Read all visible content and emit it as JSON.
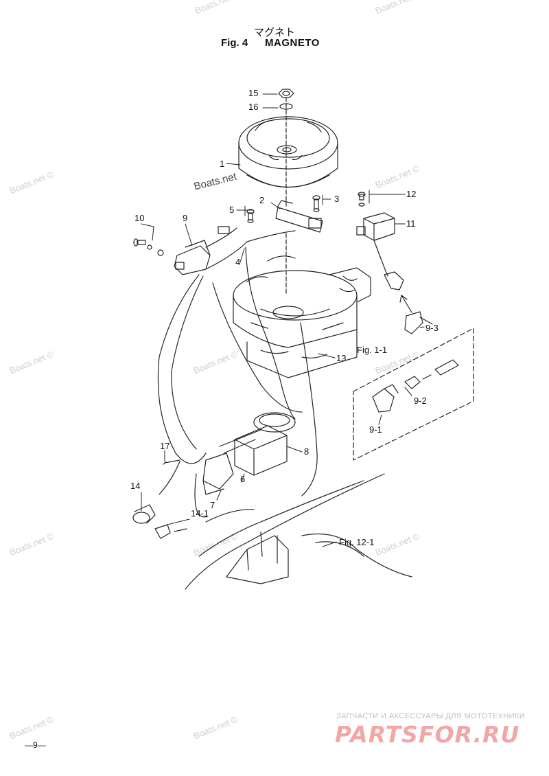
{
  "header": {
    "jp_title": "マグネト",
    "fig_label": "Fig. 4",
    "fig_name": "MAGNETO"
  },
  "labels": {
    "p15": "15",
    "p16": "16",
    "p1": "1",
    "p2": "2",
    "p3": "3",
    "p12": "12",
    "p5": "5",
    "p10": "10",
    "p9": "9",
    "p11": "11",
    "p4": "4",
    "p9_3": "9-3",
    "fig1_1": "Fig. 1-1",
    "p13": "13",
    "p9_2": "9-2",
    "p9_1": "9-1",
    "p17": "17",
    "p8": "8",
    "p6": "6",
    "p14": "14",
    "p7": "7",
    "p14_1": "14-1",
    "fig12_1": "Fig. 12-1"
  },
  "watermark": "Boats.net ©",
  "watermark_main": "Boats.net",
  "page_number": "—9—",
  "brand": {
    "tagline": "ЗАПЧАСТИ И АКСЕССУАРЫ ДЛЯ МОТОТЕХНИКИ",
    "logo": "PARTSFOR.RU"
  }
}
